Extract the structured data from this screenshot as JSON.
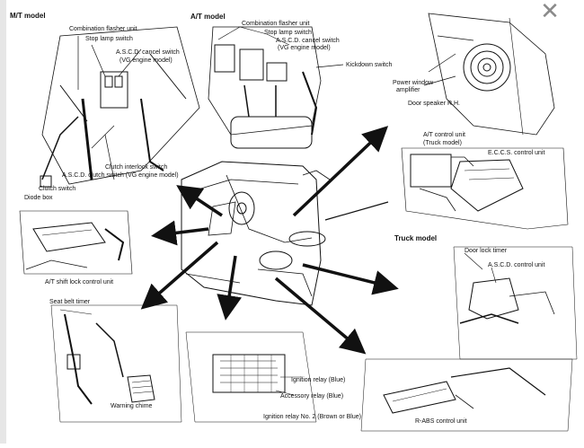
{
  "window": {
    "close_glyph": "✕"
  },
  "diagram": {
    "sections": {
      "mt_model": "M/T model",
      "at_model": "A/T model",
      "truck_model": "Truck model"
    },
    "labels": {
      "mt_flasher": "Combination flasher unit",
      "mt_stop": "Stop lamp switch",
      "mt_ascd_cancel_1": "A.S.C.D. cancel switch",
      "mt_ascd_cancel_2": "(VG engine model)",
      "mt_clutch_interlock": "Clutch interlock switch",
      "mt_ascd_clutch": "A.S.C.D. clutch switch (VG engine model)",
      "mt_clutch_switch": "Clutch switch",
      "mt_diode_box": "Diode box",
      "at_flasher": "Combination flasher unit",
      "at_stop": "Stop lamp switch",
      "at_ascd_cancel_1": "A.S.C.D. cancel switch",
      "at_ascd_cancel_2": "(VG engine model)",
      "at_kickdown": "Kickdown switch",
      "pw_amp_1": "Power window",
      "pw_amp_2": "amplifier",
      "door_speaker": "Door speaker R.H.",
      "at_control_1": "A/T control unit",
      "at_control_2": "(Truck model)",
      "eccs": "E.C.C.S. control unit",
      "at_shift_lock": "A/T shift lock control unit",
      "door_lock_timer": "Door lock timer",
      "ascd_control": "A.S.C.D. control unit",
      "seat_belt_timer": "Seat belt timer",
      "warning_chime": "Warning chime",
      "ign_relay_blue": "Ignition relay (Blue)",
      "acc_relay_blue": "Accessory relay (Blue)",
      "ign_relay_2": "Ignition relay No. 2 (Brown or Blue)",
      "rabs": "R-ABS control unit"
    }
  },
  "colors": {
    "ink": "#111111",
    "close_icon": "#8a8a8a",
    "left_strip": "#e6e6e6",
    "background": "#ffffff"
  }
}
